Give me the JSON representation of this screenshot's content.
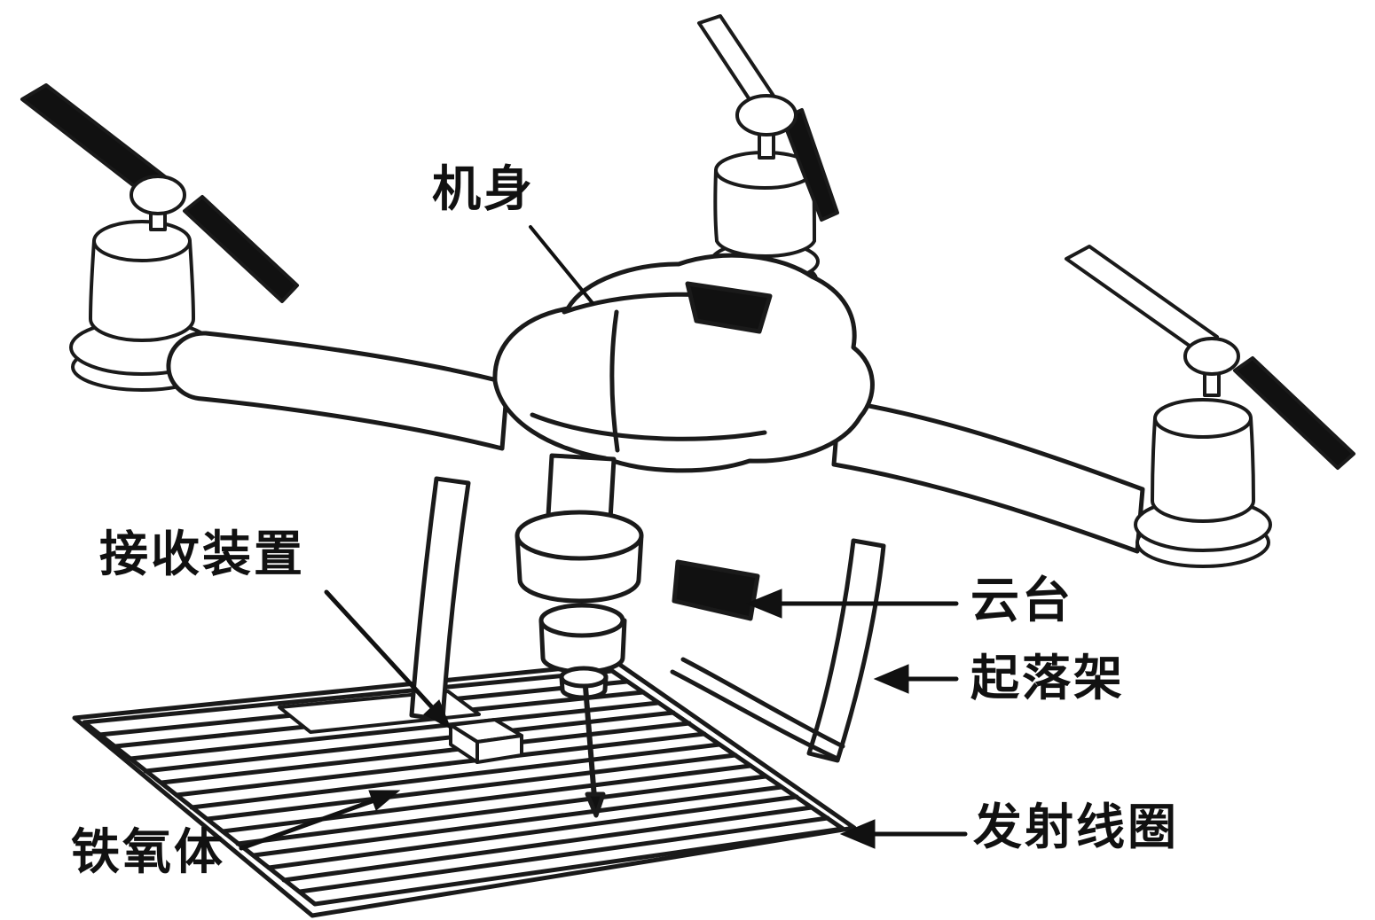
{
  "figure": {
    "type": "technical-line-diagram",
    "colors": {
      "ink": "#1a1a1a",
      "background": "#ffffff"
    },
    "labels": {
      "fuselage": "机身",
      "receiving_device": "接收装置",
      "gimbal": "云台",
      "landing_gear": "起落架",
      "ferrite": "铁氧体",
      "transmitting_coil": "发射线圈"
    }
  }
}
